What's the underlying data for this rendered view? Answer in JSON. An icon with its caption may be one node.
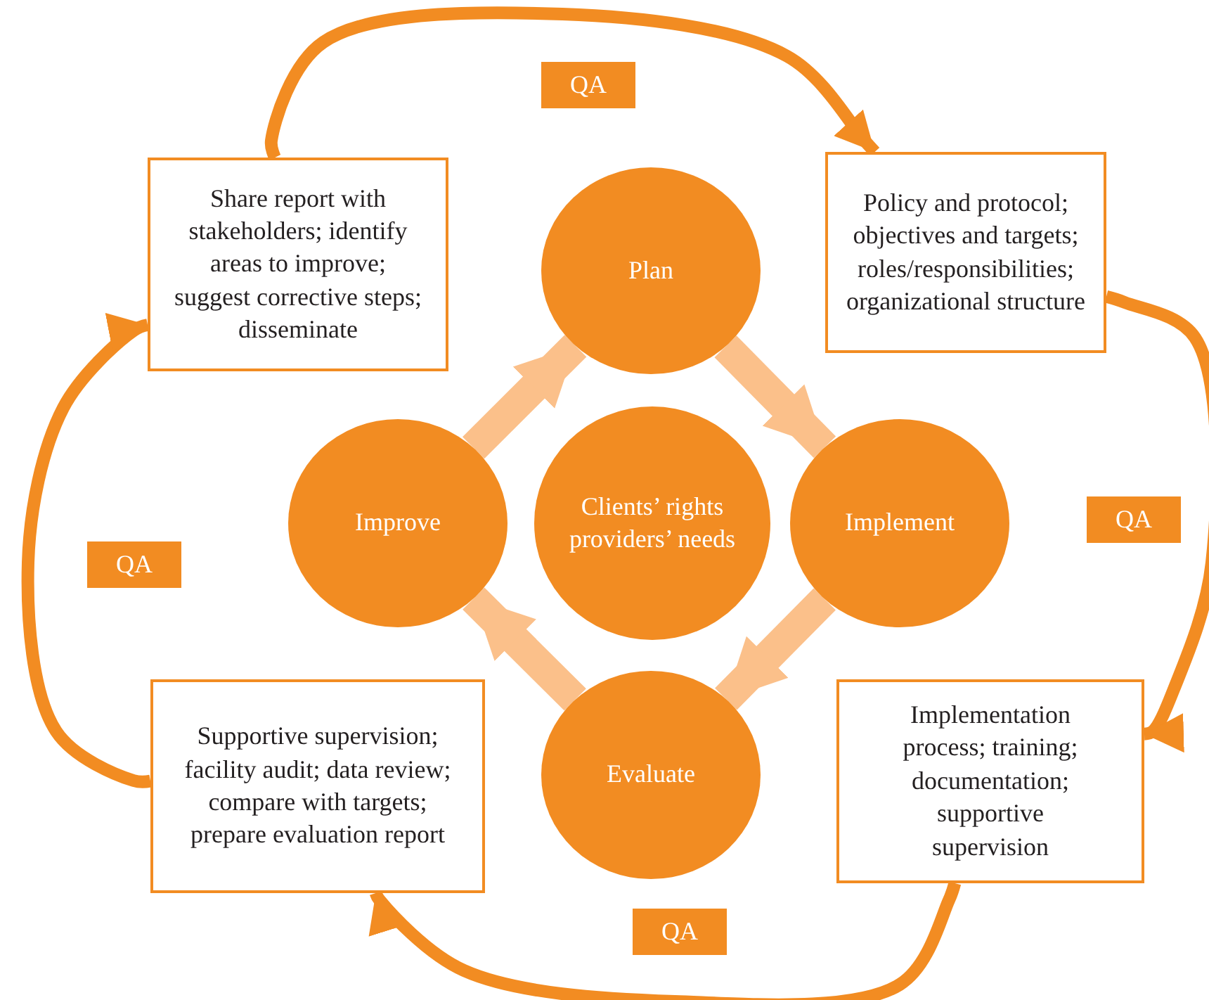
{
  "diagram": {
    "nodes": [
      {
        "text": [
          "Share report with stakeholders; identify areas to improve; suggest corrective steps; disseminate"
        ]
      },
      {
        "text": [
          "Plan"
        ]
      },
      {
        "text": [
          "Policy and protocol; objectives and targets; roles/responsibilities; organizational structure"
        ]
      },
      {
        "text": [
          "Clients’ rights providers’ needs"
        ]
      },
      {
        "text": [
          "Improve"
        ]
      },
      {
        "text": [
          "Implement"
        ]
      },
      {
        "text": [
          "Supportive supervision; facility audit; data review; compare with targets; prepare evaluation report"
        ]
      },
      {
        "text": [
          "Evaluate"
        ]
      },
      {
        "text": [
          "Implementation process; training; documentation; supportive supervision"
        ]
      },
      {
        "text": [
          "QA"
        ]
      },
      {
        "text": [
          "QA"
        ]
      },
      {
        "text": [
          "QA"
        ]
      },
      {
        "text": [
          "QA"
        ]
      }
    ],
    "edges": [
      {
        "from": 0,
        "to": 2,
        "arrow": "to"
      },
      {
        "from": 2,
        "to": 8,
        "arrow": "to"
      },
      {
        "from": 8,
        "to": 6,
        "arrow": "to"
      },
      {
        "from": 6,
        "to": 0,
        "arrow": "to"
      },
      {
        "from": 4,
        "to": 1,
        "arrow": "to",
        "style": "thick",
        "color": "#fbc08a"
      },
      {
        "from": 1,
        "to": 5,
        "arrow": "to",
        "style": "thick",
        "color": "#fbc08a"
      },
      {
        "from": 5,
        "to": 7,
        "arrow": "to",
        "style": "thick",
        "color": "#fbc08a"
      },
      {
        "from": 7,
        "to": 4,
        "arrow": "to",
        "style": "thick",
        "color": "#fbc08a"
      }
    ]
  }
}
